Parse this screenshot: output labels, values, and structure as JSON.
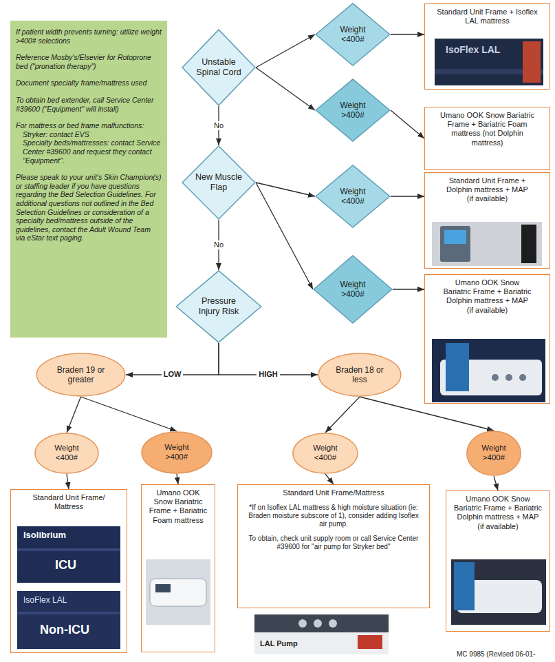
{
  "diagram": {
    "nodes": [
      {
        "text": [
          "If patient width prevents turning: utilize weight >400# selections",
          "Reference Mosby's/Elsevier for Rotoprone bed (\"pronation therapy\")",
          "Document specialty frame/mattress used",
          "To obtain bed extender, call Service Center #39600 (\"Equipment\" will install)",
          "For mattress or bed frame malfunctions:",
          "Stryker: contact EVS",
          "Specialty beds/mattresses: contact Service Center #39600 and request they contact \"Equipment\".",
          "Please speak to your unit's Skin Champion(s) or staffing leader if you have questions regarding the Bed Selection Guidelines. For additional questions not outlined in the Bed Selection Guidelines or consideration of a specialty bed/mattress outside of the guidelines, contact the Adult Wound Team via eStar text paging."
        ]
      },
      {
        "text": [
          "Unstable Spinal Cord"
        ]
      },
      {
        "text": [
          "Weight <400#"
        ]
      },
      {
        "text": [
          "Weight >400#"
        ]
      },
      {
        "text": [
          "Standard Unit Frame + Isoflex LAL mattress"
        ]
      },
      {
        "text": [
          "Umano OOK Snow Bariatric Frame + Bariatric Foam mattress (not Dolphin mattress)"
        ]
      },
      {
        "text": [
          "New Muscle Flap"
        ]
      },
      {
        "text": [
          "Weight <400#"
        ]
      },
      {
        "text": [
          "Standard Unit Frame + Dolphin mattress + MAP (if available)"
        ]
      },
      {
        "text": [
          "Weight >400#"
        ]
      },
      {
        "text": [
          "Umano OOK Snow Bariatric Frame + Bariatric Dolphin mattress + MAP (if available)"
        ]
      },
      {
        "text": [
          "Pressure Injury Risk"
        ]
      },
      {
        "text": [
          "Braden 19 or greater"
        ]
      },
      {
        "text": [
          "Braden 18 or less"
        ]
      },
      {
        "text": [
          "Weight <400#"
        ]
      },
      {
        "text": [
          "Weight >400#"
        ]
      },
      {
        "text": [
          "Weight <400#"
        ]
      },
      {
        "text": [
          "Weight >400#"
        ]
      },
      {
        "text": [
          "Standard Unit Frame/ Mattress"
        ]
      },
      {
        "text": [
          "Umano OOK Snow Bariatric Frame + Bariatric Foam mattress"
        ]
      },
      {
        "text": [
          "Standard Unit Frame/Mattress",
          "*If on Isoflex LAL mattress & high moisture situation (ie: Braden moisture subscore of 1), consider adding Isoflex air pump.",
          "To obtain, check unit supply room or call Service Center #39600 for \"air pump for Stryker bed\""
        ]
      },
      {
        "text": [
          "Umano OOK Snow Bariatric Frame + Bariatric Dolphin mattress + MAP (if available)"
        ]
      }
    ],
    "edges": [
      {
        "from": 1,
        "to": 2,
        "arrow": "to"
      },
      {
        "from": 1,
        "to": 3,
        "arrow": "to"
      },
      {
        "from": 2,
        "to": 4,
        "arrow": "to"
      },
      {
        "from": 3,
        "to": 5,
        "arrow": "to"
      },
      {
        "from": 1,
        "to": 6,
        "label": "No",
        "arrow": "to"
      },
      {
        "from": 6,
        "to": 7,
        "arrow": "to"
      },
      {
        "from": 6,
        "to": 9,
        "arrow": "to"
      },
      {
        "from": 7,
        "to": 8,
        "arrow": "to"
      },
      {
        "from": 9,
        "to": 10,
        "arrow": "to"
      },
      {
        "from": 6,
        "to": 11,
        "label": "No",
        "arrow": "to"
      },
      {
        "from": 11,
        "to": 12,
        "label": "LOW",
        "arrow": "to"
      },
      {
        "from": 11,
        "to": 13,
        "label": "HIGH",
        "arrow": "to"
      },
      {
        "from": 12,
        "to": 14,
        "arrow": "to"
      },
      {
        "from": 12,
        "to": 15,
        "arrow": "to"
      },
      {
        "from": 13,
        "to": 16,
        "arrow": "to"
      },
      {
        "from": 13,
        "to": 17,
        "arrow": "to"
      },
      {
        "from": 14,
        "to": 18,
        "arrow": "to"
      },
      {
        "from": 15,
        "to": 19,
        "arrow": "to"
      },
      {
        "from": 16,
        "to": 20,
        "arrow": "to"
      },
      {
        "from": 17,
        "to": 21,
        "arrow": "to"
      }
    ],
    "labels": [
      "IsoFlex LAL",
      "Isolibrium",
      "ICU",
      "IsoFlex LAL",
      "Non-ICU",
      "LAL Pump",
      "MC 9985 (Revised 06-01-"
    ]
  }
}
